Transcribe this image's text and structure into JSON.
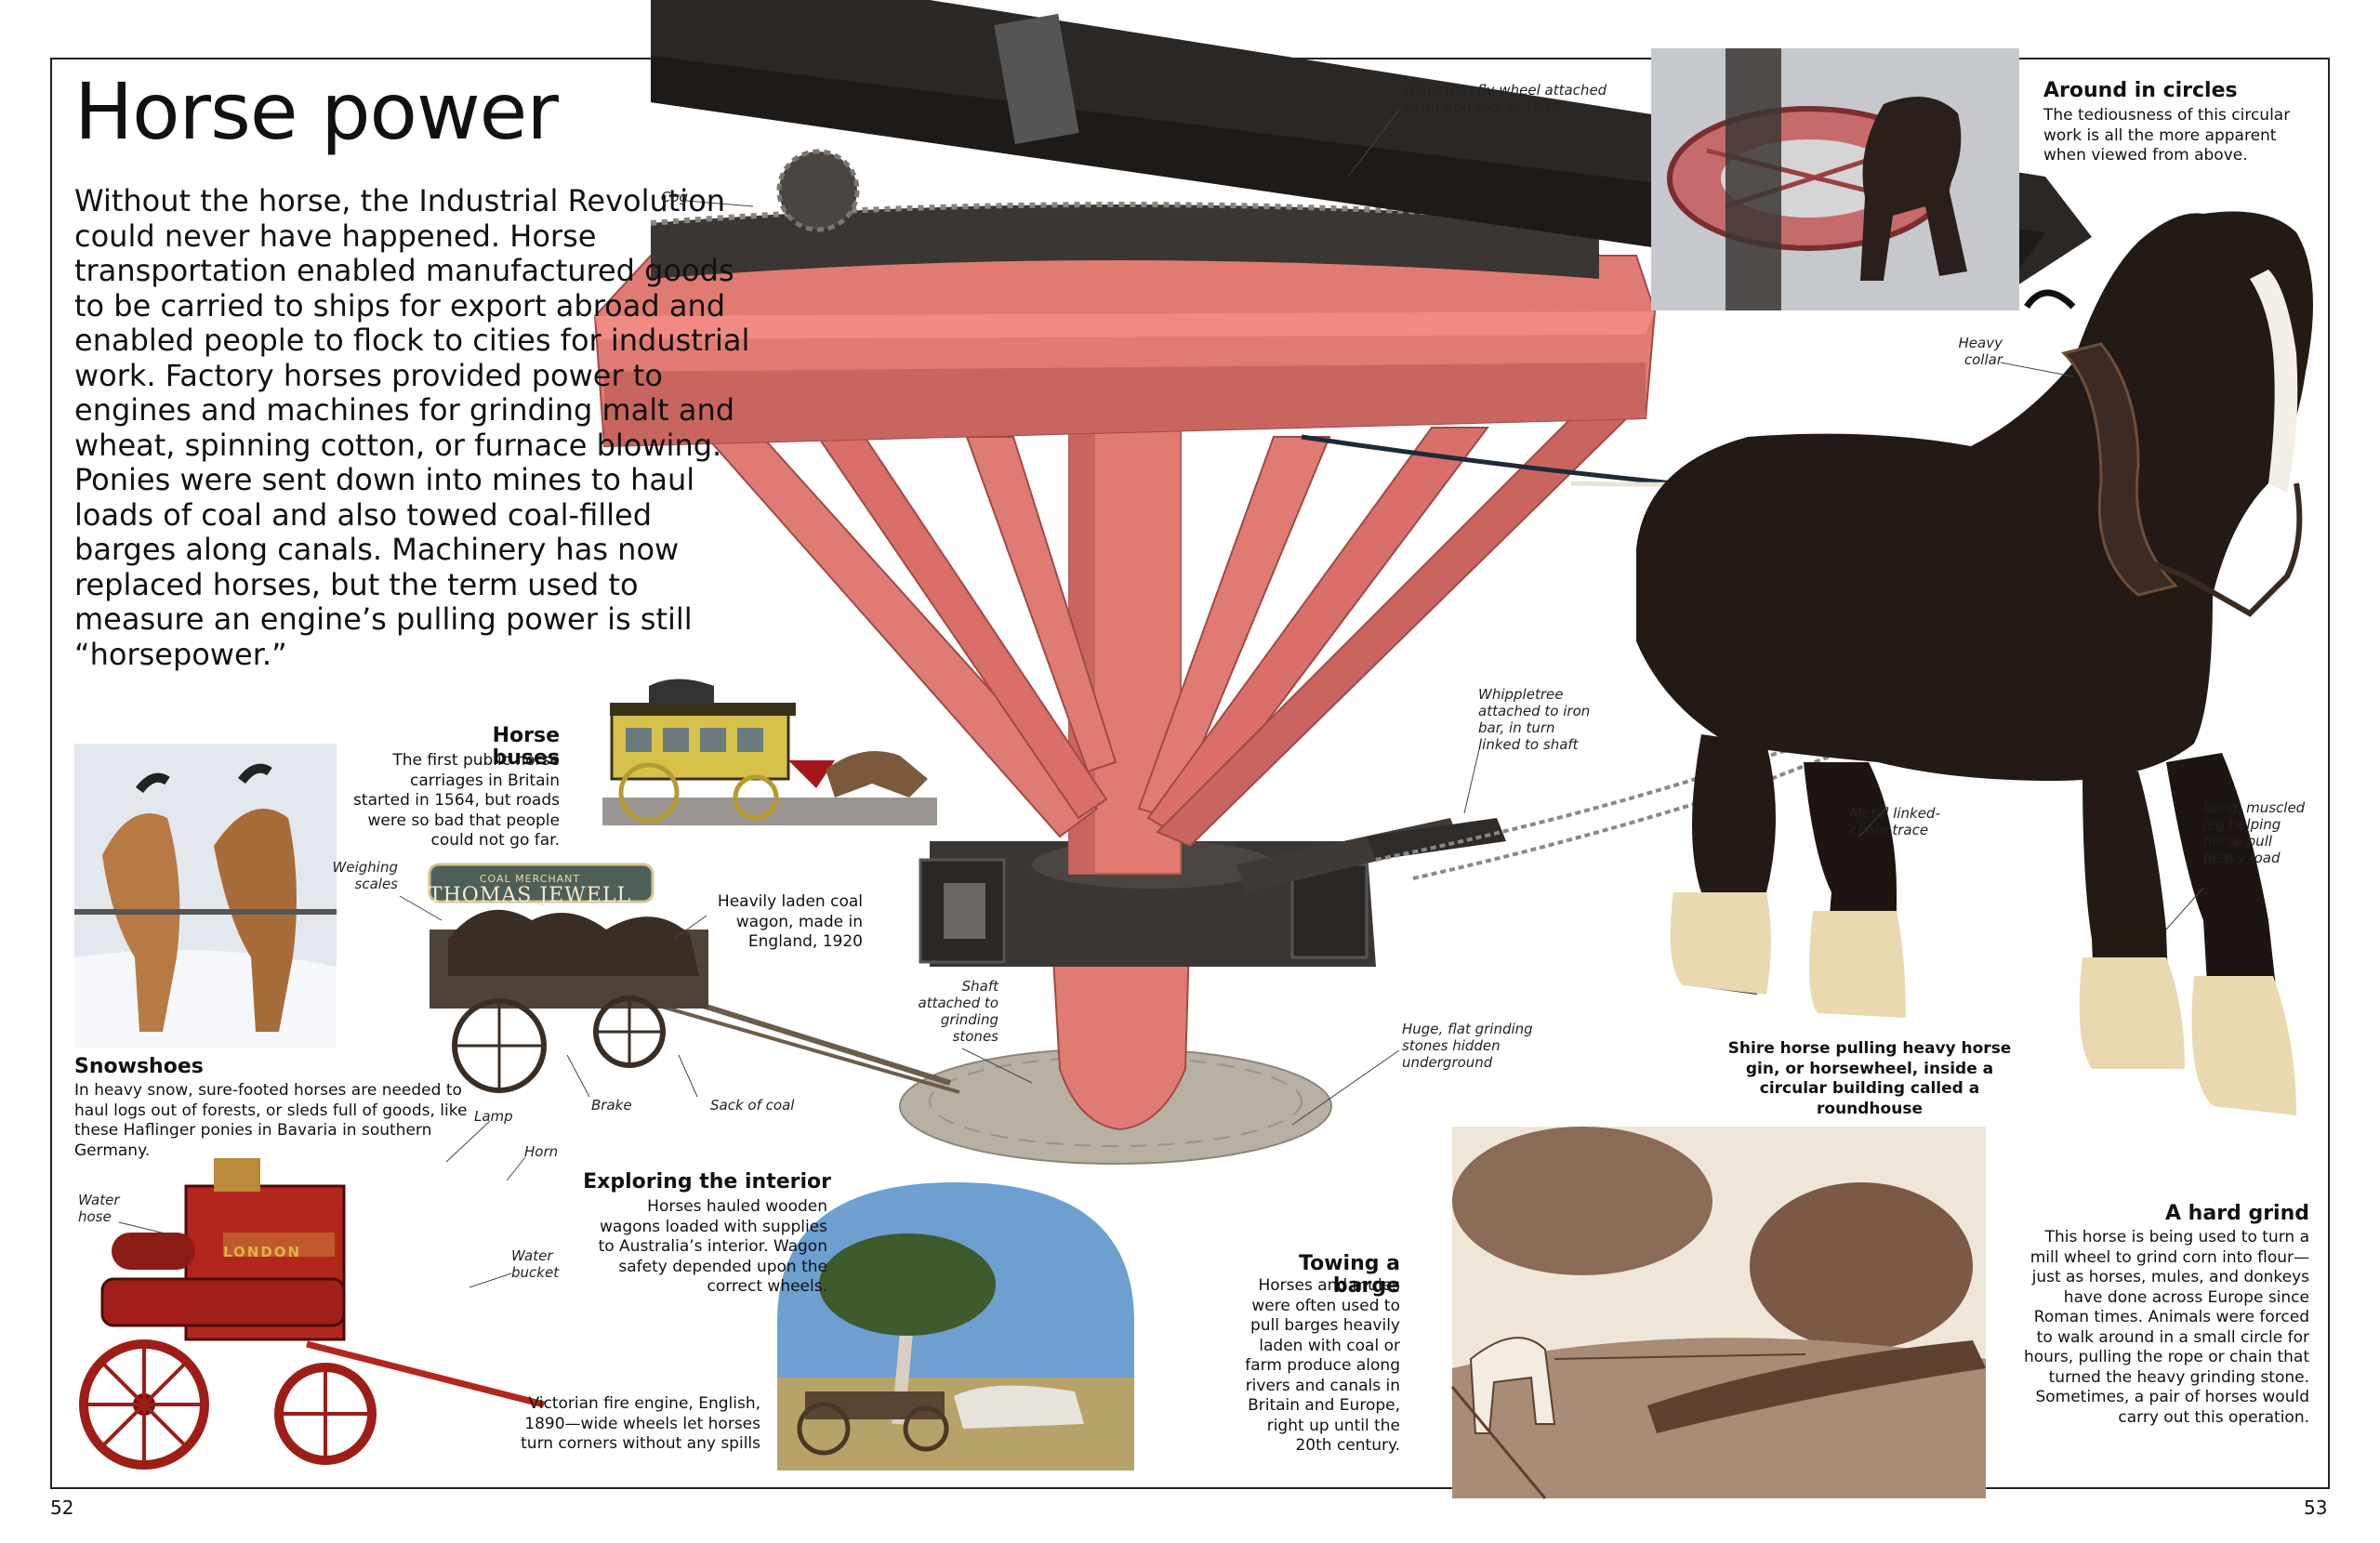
{
  "page": {
    "title": "Horse power",
    "intro": "Without the horse, the Industrial Revolution could never have happened. Horse transportation enabled manufactured goods to be carried to ships for export abroad and enabled people to flock to cities for industrial work. Factory horses provided power to engines and machines for grinding malt and wheat, spinning cotton, or furnace blowing. Ponies were sent down into mines to haul loads of coal and also towed coal-filled barges along canals. Machinery has now replaced horses, but the term used to measure an engine’s pulling power is still “horsepower.”",
    "page_left": "52",
    "page_right": "53"
  },
  "sections": {
    "horse_buses": {
      "heading": "Horse buses",
      "text": "The first public horse carriages in Britain started in 1564, but roads were so bad that people could not go far."
    },
    "snowshoes": {
      "heading": "Snowshoes",
      "text": "In heavy snow, sure-footed horses are needed to haul logs out of forests, or sleds full of goods, like these Haflinger ponies in Bavaria in southern Germany."
    },
    "interior": {
      "heading": "Exploring the interior",
      "text": "Horses hauled wooden wagons loaded with supplies to Australia’s interior. Wagon safety depended upon the correct wheels."
    },
    "barge": {
      "heading": "Towing a barge",
      "text": "Horses and mules were often used to pull barges heavily laden with coal or farm produce along rivers and canals in Britain and Europe, right up until the 20th century."
    },
    "circles": {
      "heading": "Around in circles",
      "text": "The tediousness of this circular work is all the more apparent when viewed from above."
    },
    "grind": {
      "heading": "A hard grind",
      "text": "This horse is being used to turn a mill wheel to grind corn into flour—just as horses, mules, and donkeys have done across Europe since Roman times. Animals were forced to walk around in a small circle for hours, pulling the rope or chain that turned the heavy grinding stone. Sometimes, a pair of horses would carry out this operation."
    }
  },
  "captions": {
    "coal_wagon": "Heavily laden coal wagon, made in England, 1920",
    "fire_engine": "Victorian fire engine, English, 1890—wide wheels let horses turn corners without any spills",
    "shire": "Shire horse pulling heavy horse gin, or horsewheel, inside a circular building called a roundhouse"
  },
  "labels": {
    "cog": "Cog",
    "flywheel": "Giant iron fly-wheel attached to an iron rod, or shaft",
    "collar": "Heavy collar",
    "whippletree": "Whippletree attached to iron bar, in turn linked to shaft",
    "chain": "Metal linked-chain trace",
    "leg": "Long, muscled leg helping horse pull heavy load",
    "shaft": "Shaft attached to grinding stones",
    "stones": "Huge, flat grinding stones hidden underground",
    "scales": "Weighing scales",
    "brake": "Brake",
    "sack": "Sack of coal",
    "lamp": "Lamp",
    "horn": "Horn",
    "hose": "Water hose",
    "bucket": "Water bucket",
    "wagon_sign_top": "COAL MERCHANT",
    "wagon_sign": "THOMAS JEWELL",
    "fire_sign": "LONDON"
  },
  "colors": {
    "gin_wood": "#e07b74",
    "gin_shadow": "#b85a55",
    "iron": "#3a3633",
    "horse": "#231a16",
    "feather": "#e8d9b0",
    "fire_red": "#b3261e",
    "engraving": "#6b4a36"
  }
}
